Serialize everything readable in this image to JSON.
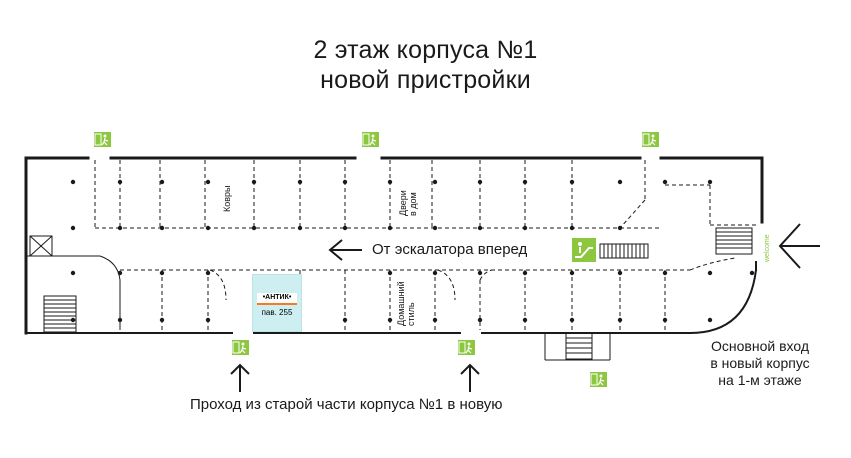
{
  "title": {
    "line1": "2 этаж корпуса №1",
    "line2": "новой пристройки"
  },
  "labels": {
    "escalator_direction": "От эскалатора вперед",
    "passage": "Проход из старой части корпуса №1 в новую",
    "main_entrance": [
      "Основной вход",
      "в новый корпус",
      "на 1-м этаже"
    ],
    "welcome": "welcome"
  },
  "zones": {
    "carpets": "Ковры",
    "doors": [
      "Двери",
      "в дом"
    ],
    "home_style": [
      "Домашний",
      "стиль"
    ]
  },
  "shop": {
    "logo_text": "•АНТИК•",
    "pavilion": "пав. 255",
    "fill_color": "#cdeff2",
    "logo_accent_color": "#f47b20"
  },
  "colors": {
    "exit_sign": "#8dc63f",
    "walls": "#1a1a1a",
    "escalator_icon": "#8dc63f"
  },
  "icons": [
    "emergency-exit-icon",
    "escalator-icon",
    "arrow-left-icon",
    "arrow-up-icon",
    "entrance-arrow-icon"
  ]
}
